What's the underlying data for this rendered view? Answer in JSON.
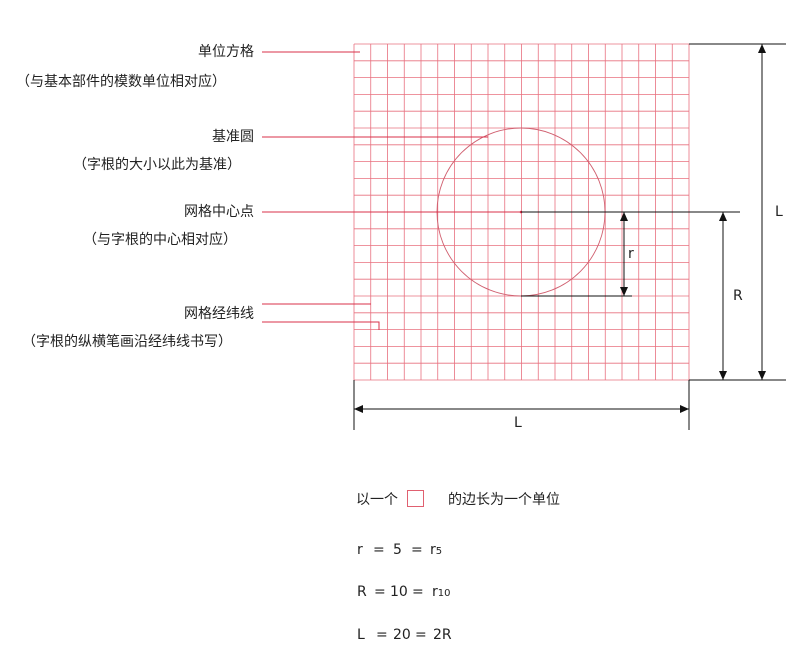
{
  "annotations": [
    {
      "title": "单位方格",
      "desc": "（与基本部件的模数单位相对应）"
    },
    {
      "title": "基准圆",
      "desc": "（字根的大小以此为基准）"
    },
    {
      "title": "网格中心点",
      "desc": "（与字根的中心相对应）"
    },
    {
      "title": "网格经纬线",
      "desc": "（字根的纵横笔画沿经纬线书写）"
    }
  ],
  "dims": {
    "L_right": "L",
    "R": "R",
    "r": "r",
    "L_bottom": "L"
  },
  "legend": {
    "unit_prefix": "以一个",
    "unit_suffix": "的边长为一个单位",
    "eq1": {
      "left": "r",
      "eq": "=",
      "num": "5",
      "eq2": "=",
      "sym": "r",
      "sub": "5"
    },
    "eq2": {
      "left": "R",
      "eq": "=",
      "num": "10",
      "eq2": "=",
      "sym": "r",
      "sub": "10"
    },
    "eq3": {
      "left": "L",
      "eq": "=",
      "num": "20",
      "eq2": "=",
      "sym": "2R",
      "sub": ""
    }
  },
  "colors": {
    "grid": "#e8707f",
    "leader": "#d9304a",
    "dim": "#111111"
  },
  "grid": {
    "cells": 20
  }
}
